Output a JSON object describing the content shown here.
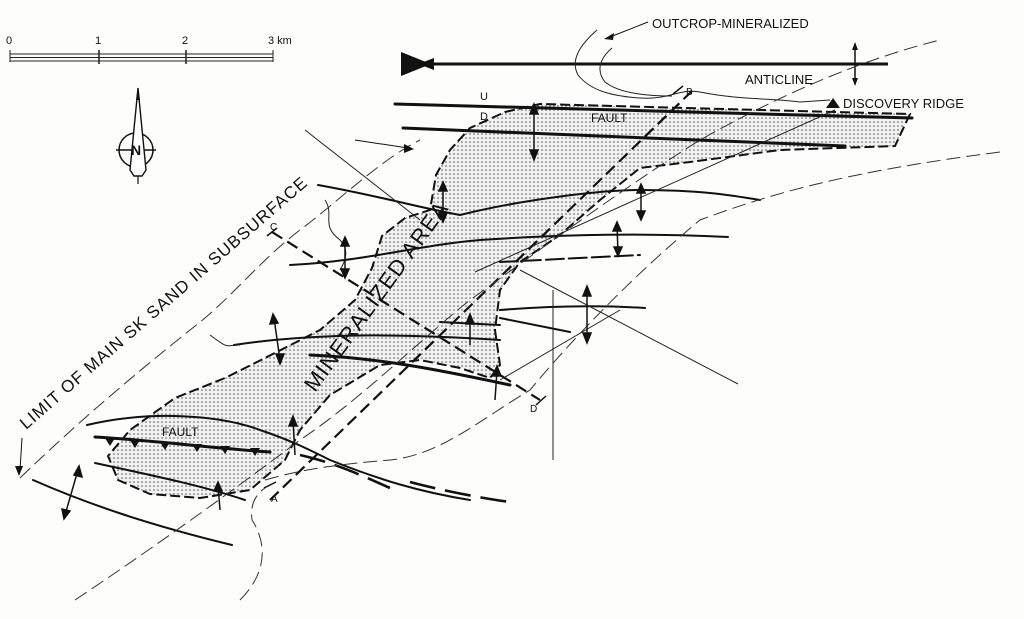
{
  "scale_bar": {
    "ticks": [
      "0",
      "1",
      "2",
      "3 km"
    ]
  },
  "north_arrow": {
    "label": "N"
  },
  "labels": {
    "outcrop": "OUTCROP-MINERALIZED",
    "anticline": "ANTICLINE",
    "discovery_ridge": "DISCOVERY RIDGE",
    "fault_upper": "FAULT",
    "fault_lower": "FAULT",
    "up": "U",
    "down": "D",
    "mineralized_area": "MINERALIZED AREA",
    "limit": "LIMIT OF MAIN SK SAND IN SUBSURFACE"
  },
  "section_points": {
    "a": "A",
    "b": "B",
    "c": "C",
    "d": "D"
  },
  "colors": {
    "ink": "#111111",
    "paper": "#fdfdfc"
  }
}
